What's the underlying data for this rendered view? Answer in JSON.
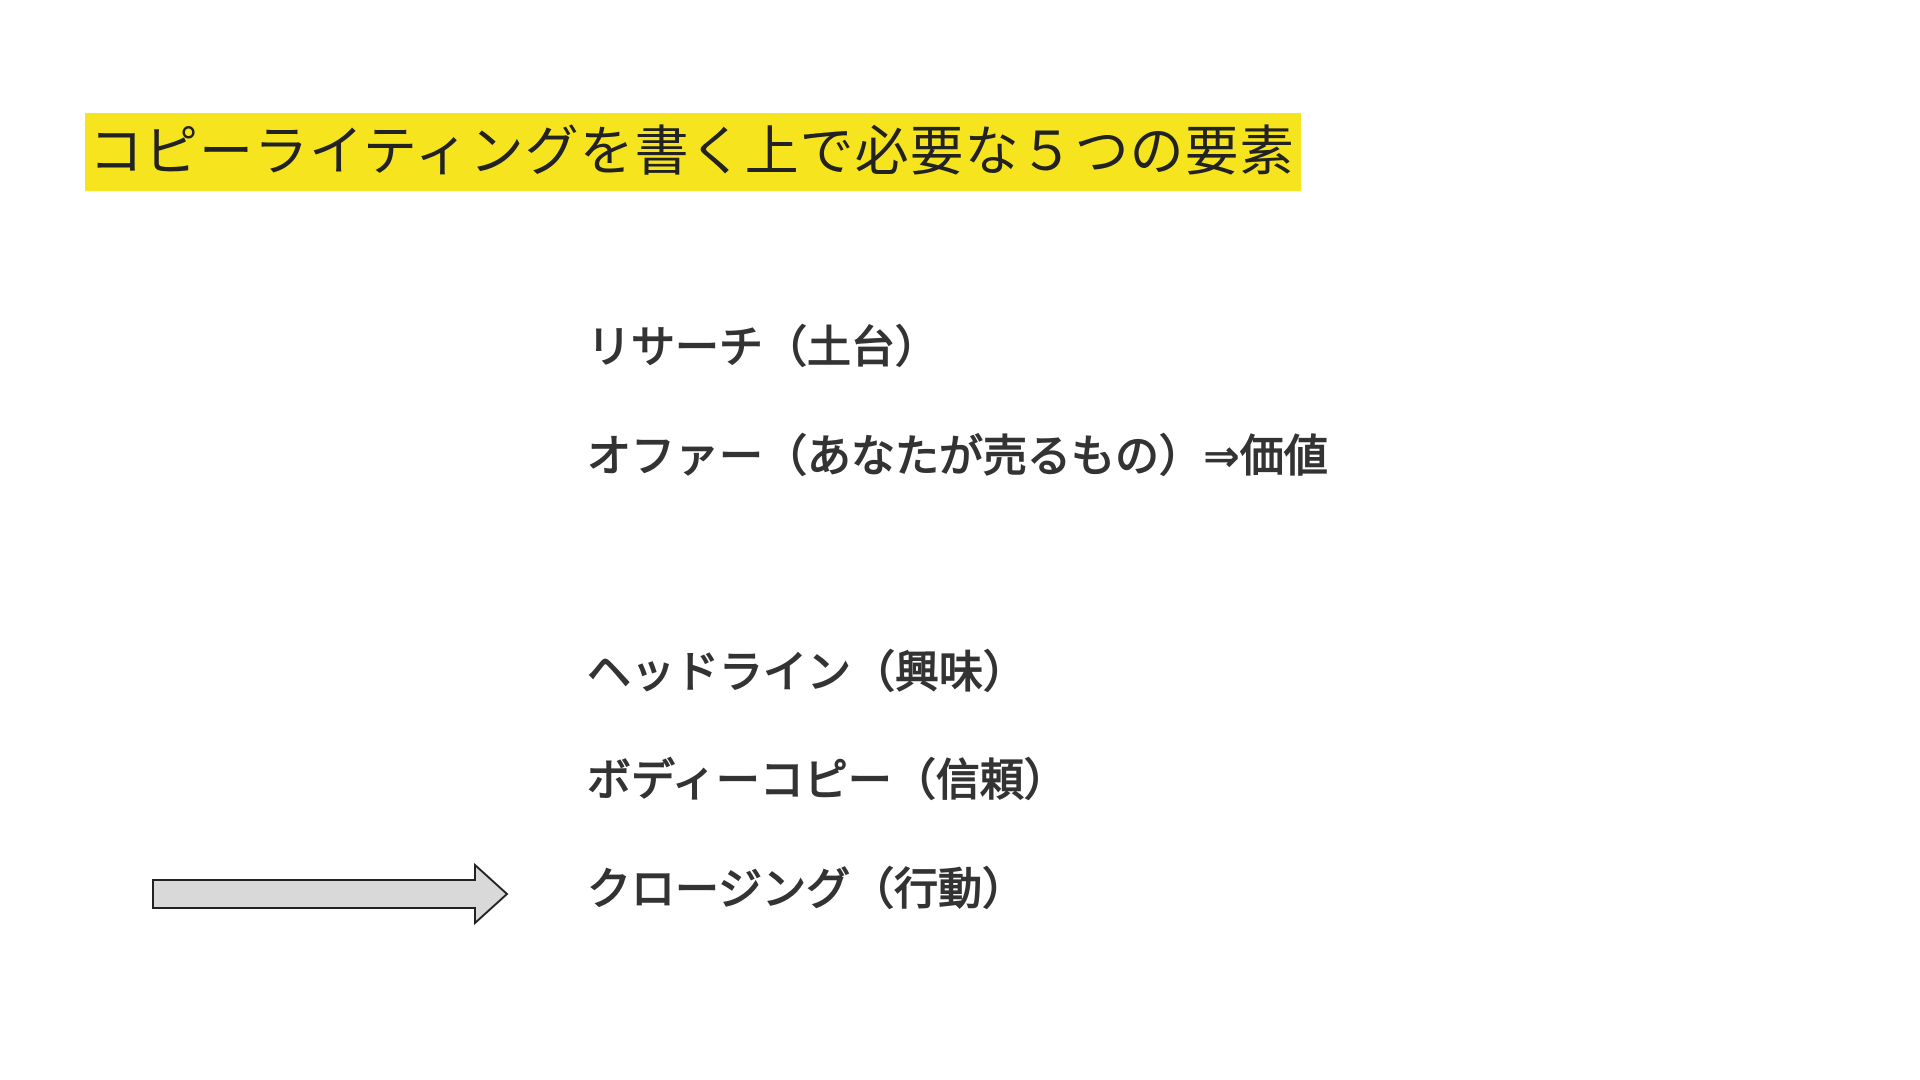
{
  "colors": {
    "title_highlight": "#f6e51e",
    "text": "#333333",
    "arrow_fill": "#d9d9d9",
    "arrow_stroke": "#222222"
  },
  "title": "コピーライティングを書く上で必要な５つの要素",
  "items": [
    "リサーチ（土台）",
    "オファー（あなたが売るもの）⇒価値",
    "ヘッドライン（興味）",
    "ボディーコピー（信頼）",
    "クロージング（行動）"
  ],
  "pointer": {
    "icon": "right-arrow-icon"
  }
}
